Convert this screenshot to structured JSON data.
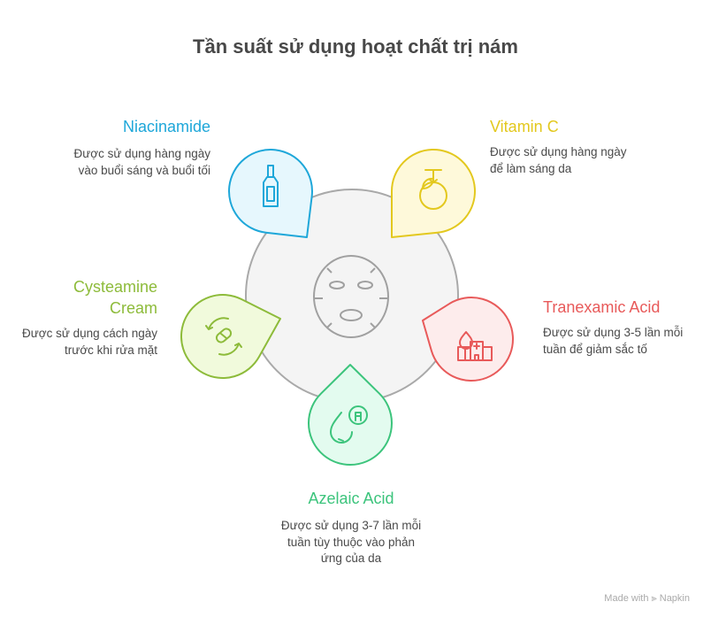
{
  "title": "Tần suất sử dụng hoạt chất trị nám",
  "items": [
    {
      "name": "Niacinamide",
      "desc": "Được sử dụng hàng ngày vào buổi sáng và buổi tối",
      "color": "#1EA7D9",
      "fill": "#E6F7FD",
      "icon": "nail-polish-icon"
    },
    {
      "name": "Vitamin C",
      "desc": "Được sử dụng hàng ngày để làm sáng da",
      "color": "#E3C81E",
      "fill": "#FEF9DA",
      "icon": "orange-fruit-icon"
    },
    {
      "name": "Tranexamic Acid",
      "desc": "Được sử dụng 3-5 lần mỗi tuần để giảm sắc tố",
      "color": "#E85A5A",
      "fill": "#FDECEC",
      "icon": "blood-drop-hospital-icon"
    },
    {
      "name": "Azelaic Acid",
      "desc": "Được sử dụng 3-7 lần mỗi tuần tùy thuộc vào phản ứng của da",
      "color": "#3CC47C",
      "fill": "#E3FBEF",
      "icon": "acid-drop-icon"
    },
    {
      "name": "Cysteamine Cream",
      "desc": "Được sử dụng cách ngày trước khi rửa mặt",
      "color": "#8DBB3A",
      "fill": "#F1FADC",
      "icon": "pill-cycle-icon"
    }
  ],
  "center_icon": "face-mask-icon",
  "footer": "Made with ⫸ Napkin"
}
